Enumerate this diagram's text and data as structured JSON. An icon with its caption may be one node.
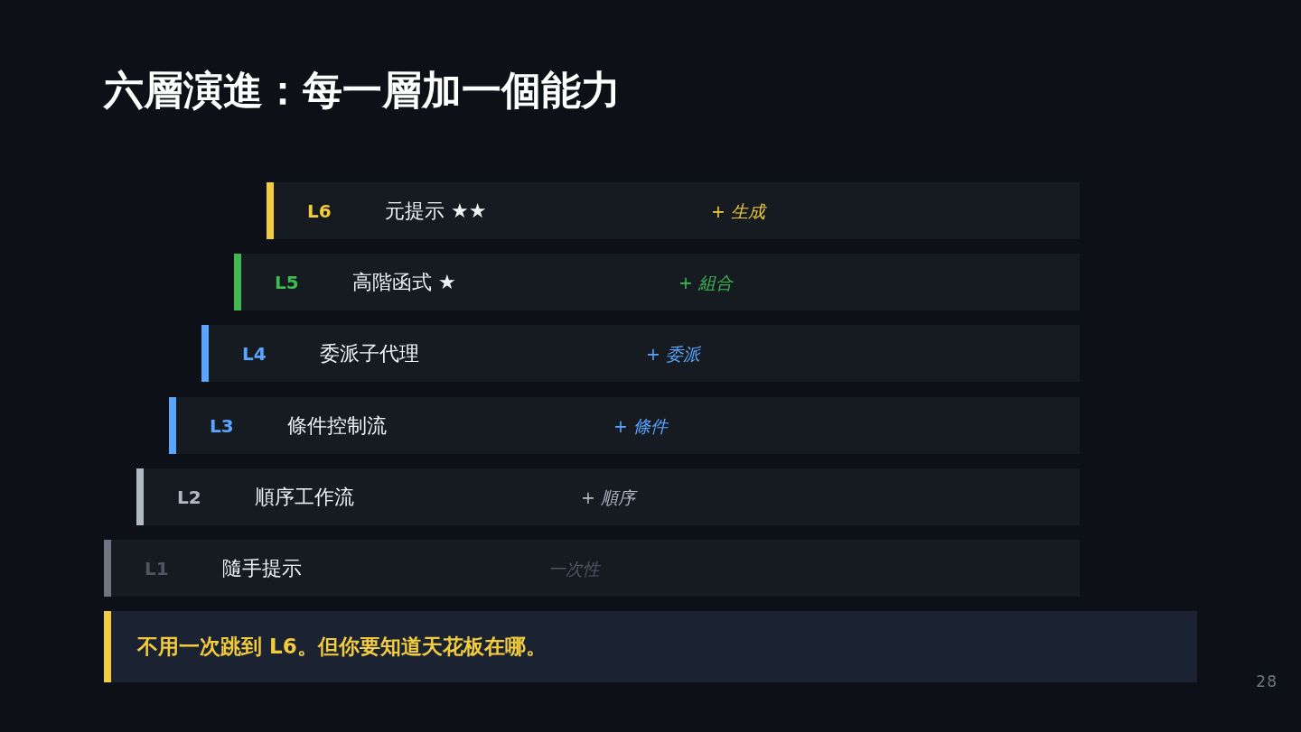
{
  "diagram": {
    "title": "六層演進：每一層加一個能力",
    "nodes": [
      {
        "text": [
          "L6",
          "元提示 ★★",
          "+ 生成"
        ]
      },
      {
        "text": [
          "L5",
          "高階函式 ★",
          "+ 組合"
        ]
      },
      {
        "text": [
          "L4",
          "委派子代理",
          "+ 委派"
        ]
      },
      {
        "text": [
          "L3",
          "條件控制流",
          "+ 條件"
        ]
      },
      {
        "text": [
          "L2",
          "順序工作流",
          "+ 順序"
        ]
      },
      {
        "text": [
          "L1",
          "隨手提示",
          "一次性"
        ]
      },
      {
        "text": [
          "不用一次跳到 L6。但你要知道天花板在哪。"
        ]
      }
    ],
    "labels": [
      "28"
    ]
  }
}
